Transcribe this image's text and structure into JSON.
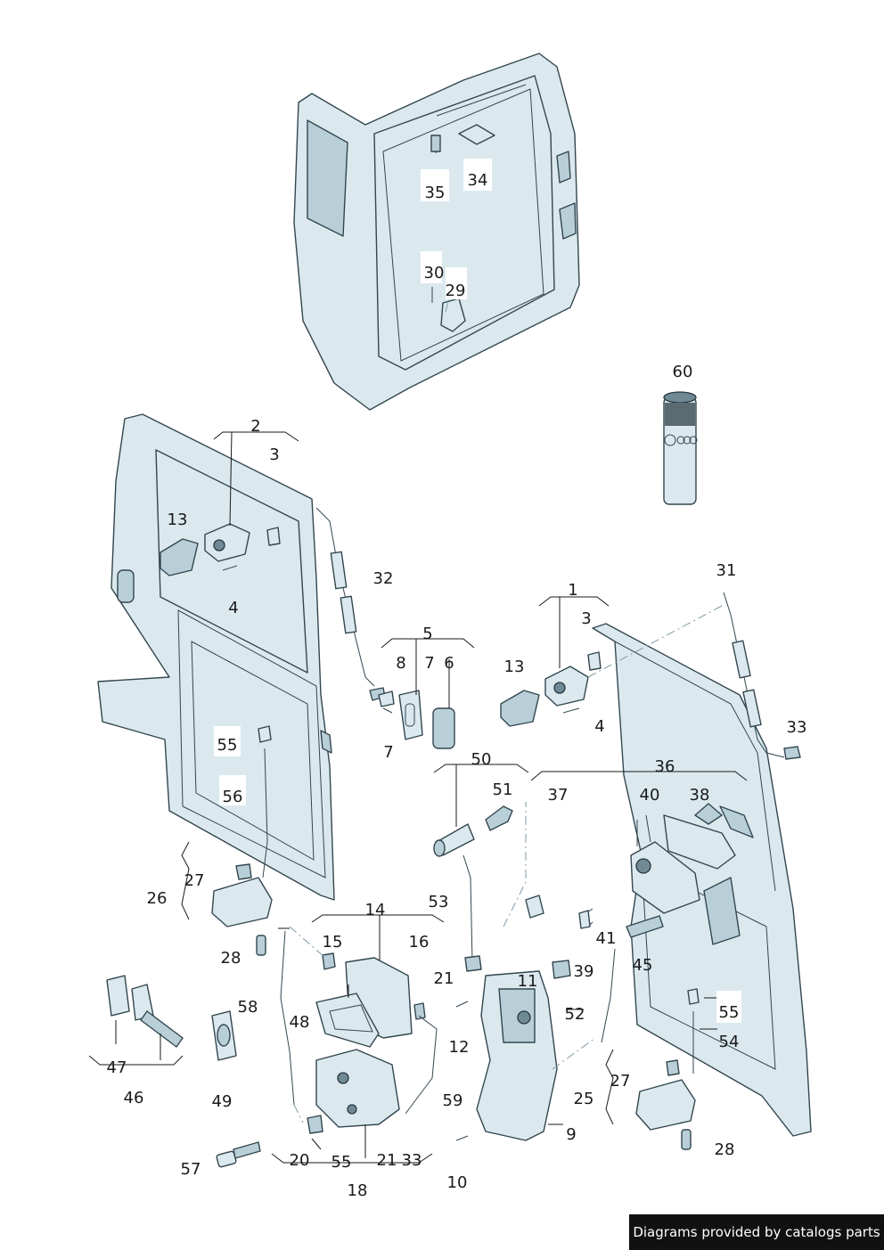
{
  "diagram": {
    "callouts": [
      {
        "id": "1",
        "label": "1"
      },
      {
        "id": "2",
        "label": "2"
      },
      {
        "id": "3a",
        "label": "3"
      },
      {
        "id": "3b",
        "label": "3"
      },
      {
        "id": "4a",
        "label": "4"
      },
      {
        "id": "4b",
        "label": "4"
      },
      {
        "id": "5",
        "label": "5"
      },
      {
        "id": "6",
        "label": "6"
      },
      {
        "id": "7a",
        "label": "7"
      },
      {
        "id": "7b",
        "label": "7"
      },
      {
        "id": "8",
        "label": "8"
      },
      {
        "id": "9",
        "label": "9"
      },
      {
        "id": "10",
        "label": "10"
      },
      {
        "id": "11",
        "label": "11"
      },
      {
        "id": "12",
        "label": "12"
      },
      {
        "id": "13a",
        "label": "13"
      },
      {
        "id": "13b",
        "label": "13"
      },
      {
        "id": "14",
        "label": "14"
      },
      {
        "id": "15",
        "label": "15"
      },
      {
        "id": "16",
        "label": "16"
      },
      {
        "id": "18",
        "label": "18"
      },
      {
        "id": "20",
        "label": "20"
      },
      {
        "id": "21a",
        "label": "21"
      },
      {
        "id": "21b",
        "label": "21"
      },
      {
        "id": "25",
        "label": "25"
      },
      {
        "id": "26",
        "label": "26"
      },
      {
        "id": "27a",
        "label": "27"
      },
      {
        "id": "27b",
        "label": "27"
      },
      {
        "id": "28a",
        "label": "28"
      },
      {
        "id": "28b",
        "label": "28"
      },
      {
        "id": "29",
        "label": "29"
      },
      {
        "id": "30",
        "label": "30"
      },
      {
        "id": "31",
        "label": "31"
      },
      {
        "id": "32",
        "label": "32"
      },
      {
        "id": "33a",
        "label": "33"
      },
      {
        "id": "33b",
        "label": "33"
      },
      {
        "id": "34",
        "label": "34"
      },
      {
        "id": "35",
        "label": "35"
      },
      {
        "id": "36",
        "label": "36"
      },
      {
        "id": "37",
        "label": "37"
      },
      {
        "id": "38",
        "label": "38"
      },
      {
        "id": "39",
        "label": "39"
      },
      {
        "id": "40",
        "label": "40"
      },
      {
        "id": "41",
        "label": "41"
      },
      {
        "id": "45",
        "label": "45"
      },
      {
        "id": "46",
        "label": "46"
      },
      {
        "id": "47",
        "label": "47"
      },
      {
        "id": "48",
        "label": "48"
      },
      {
        "id": "49",
        "label": "49"
      },
      {
        "id": "50",
        "label": "50"
      },
      {
        "id": "51",
        "label": "51"
      },
      {
        "id": "52",
        "label": "52"
      },
      {
        "id": "53",
        "label": "53"
      },
      {
        "id": "54",
        "label": "54"
      },
      {
        "id": "55a",
        "label": "55"
      },
      {
        "id": "55b",
        "label": "55"
      },
      {
        "id": "55c",
        "label": "55"
      },
      {
        "id": "56",
        "label": "56"
      },
      {
        "id": "57",
        "label": "57"
      },
      {
        "id": "58",
        "label": "58"
      },
      {
        "id": "59",
        "label": "59"
      },
      {
        "id": "60",
        "label": "60"
      }
    ]
  },
  "footer": {
    "credit": "Diagrams provided by catalogs parts"
  }
}
